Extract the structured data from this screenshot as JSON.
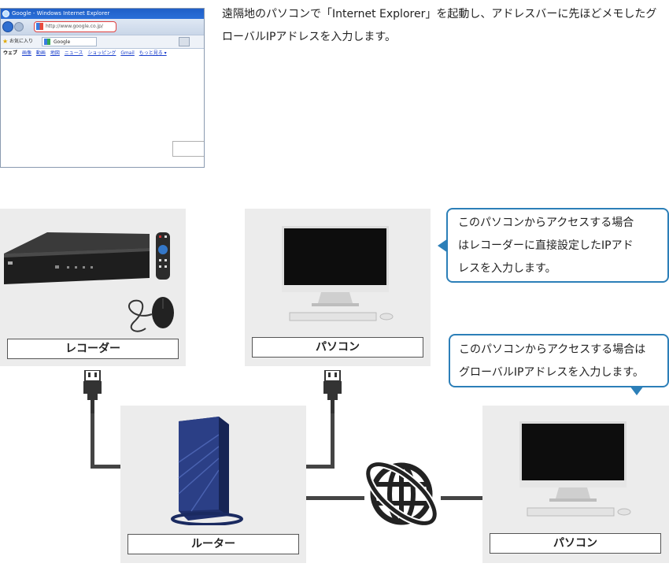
{
  "browser": {
    "title": "Google - Windows Internet Explorer",
    "url": "http://www.google.co.jp/",
    "favorites_label": "お気に入り",
    "tab_label": "Google",
    "nav": {
      "first": "ウェブ",
      "links": [
        "画像",
        "動画",
        "地図",
        "ニュース",
        "ショッピング",
        "Gmail",
        "もっと見る ▾"
      ]
    }
  },
  "description": "遠隔地のパソコンで「Internet Explorer」を起動し、アドレスバーに先ほどメモしたグローバルIPアドレスを入力します。",
  "panels": {
    "recorder": {
      "label": "レコーダー"
    },
    "pc_local": {
      "label": "パソコン"
    },
    "router": {
      "label": "ルーター"
    },
    "pc_remote": {
      "label": "パソコン"
    }
  },
  "callouts": {
    "local": {
      "lines": [
        "このパソコンからアクセスする場合",
        "はレコーダーに直接設定したIPアド",
        "レスを入力します。"
      ]
    },
    "remote": {
      "lines": [
        "このパソコンからアクセスする場合は",
        "グローバルIPアドレスを入力します。"
      ]
    }
  },
  "colors": {
    "callout_border": "#2c7fb8",
    "panel_bg": "#ececec",
    "line": "#444444"
  },
  "icons": [
    "internet-globe-icon",
    "lan-connector-icon"
  ]
}
